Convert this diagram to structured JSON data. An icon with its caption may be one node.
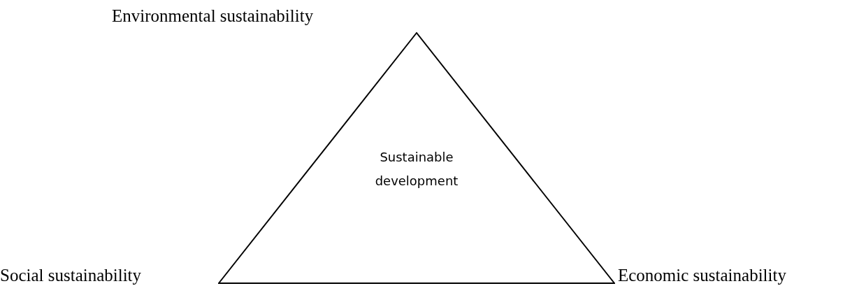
{
  "diagram": {
    "nodes": [
      {
        "text": [
          "Sustainable development"
        ]
      }
    ],
    "labels": [
      "Environmental sustainability",
      "Social sustainability",
      "Economic sustainability"
    ]
  }
}
